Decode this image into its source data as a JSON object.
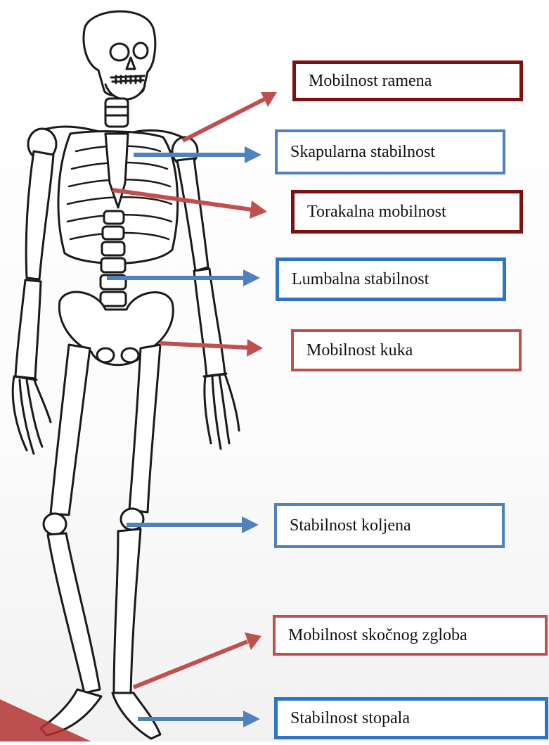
{
  "colors": {
    "mobility_red": "#c0504d",
    "stability_blue": "#4f81bd",
    "dark_red_border": "#7b1111",
    "blue_border": "#2e75c6",
    "red_border": "#c0504d",
    "outline": "#1a1a1a"
  },
  "illustration": {
    "icon": "human-skeleton-icon"
  },
  "labels": [
    {
      "id": "shoulder",
      "text": "Mobilnost ramena",
      "type": "mobility"
    },
    {
      "id": "scapula",
      "text": "Skapularna stabilnost",
      "type": "stability"
    },
    {
      "id": "thoracic",
      "text": "Torakalna mobilnost",
      "type": "mobility"
    },
    {
      "id": "lumbar",
      "text": "Lumbalna stabilnost",
      "type": "stability"
    },
    {
      "id": "hip",
      "text": "Mobilnost kuka",
      "type": "mobility"
    },
    {
      "id": "knee",
      "text": "Stabilnost koljena",
      "type": "stability"
    },
    {
      "id": "ankle",
      "text": "Mobilnost skočnog zgloba",
      "type": "mobility"
    },
    {
      "id": "foot",
      "text": "Stabilnost stopala",
      "type": "stability"
    }
  ]
}
